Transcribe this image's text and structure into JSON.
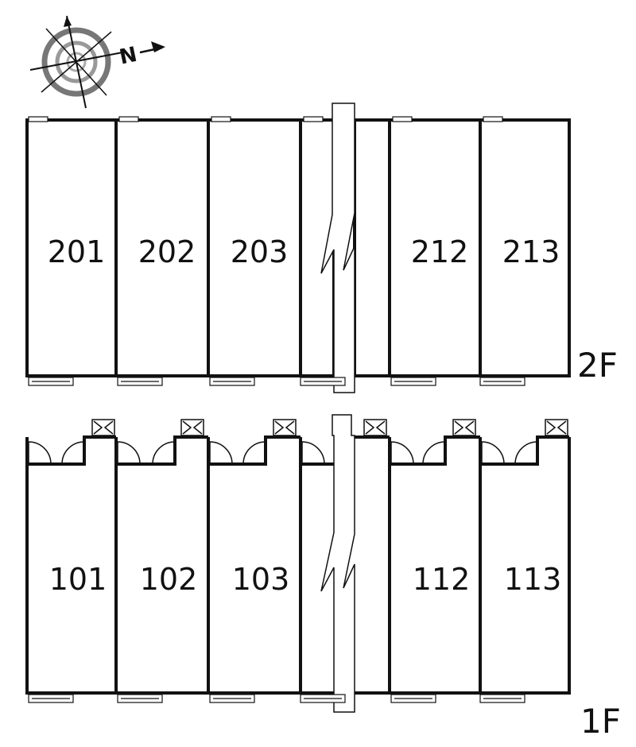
{
  "compass": {
    "north_label": "N",
    "icon": "compass-rose-icon"
  },
  "floors": [
    {
      "id": "2F",
      "label": "2F",
      "units": [
        "201",
        "202",
        "203",
        "212",
        "213"
      ]
    },
    {
      "id": "1F",
      "label": "1F",
      "units": [
        "101",
        "102",
        "103",
        "112",
        "113"
      ]
    }
  ],
  "colors": {
    "wall": "#111111",
    "compass_ring": "#777777"
  }
}
